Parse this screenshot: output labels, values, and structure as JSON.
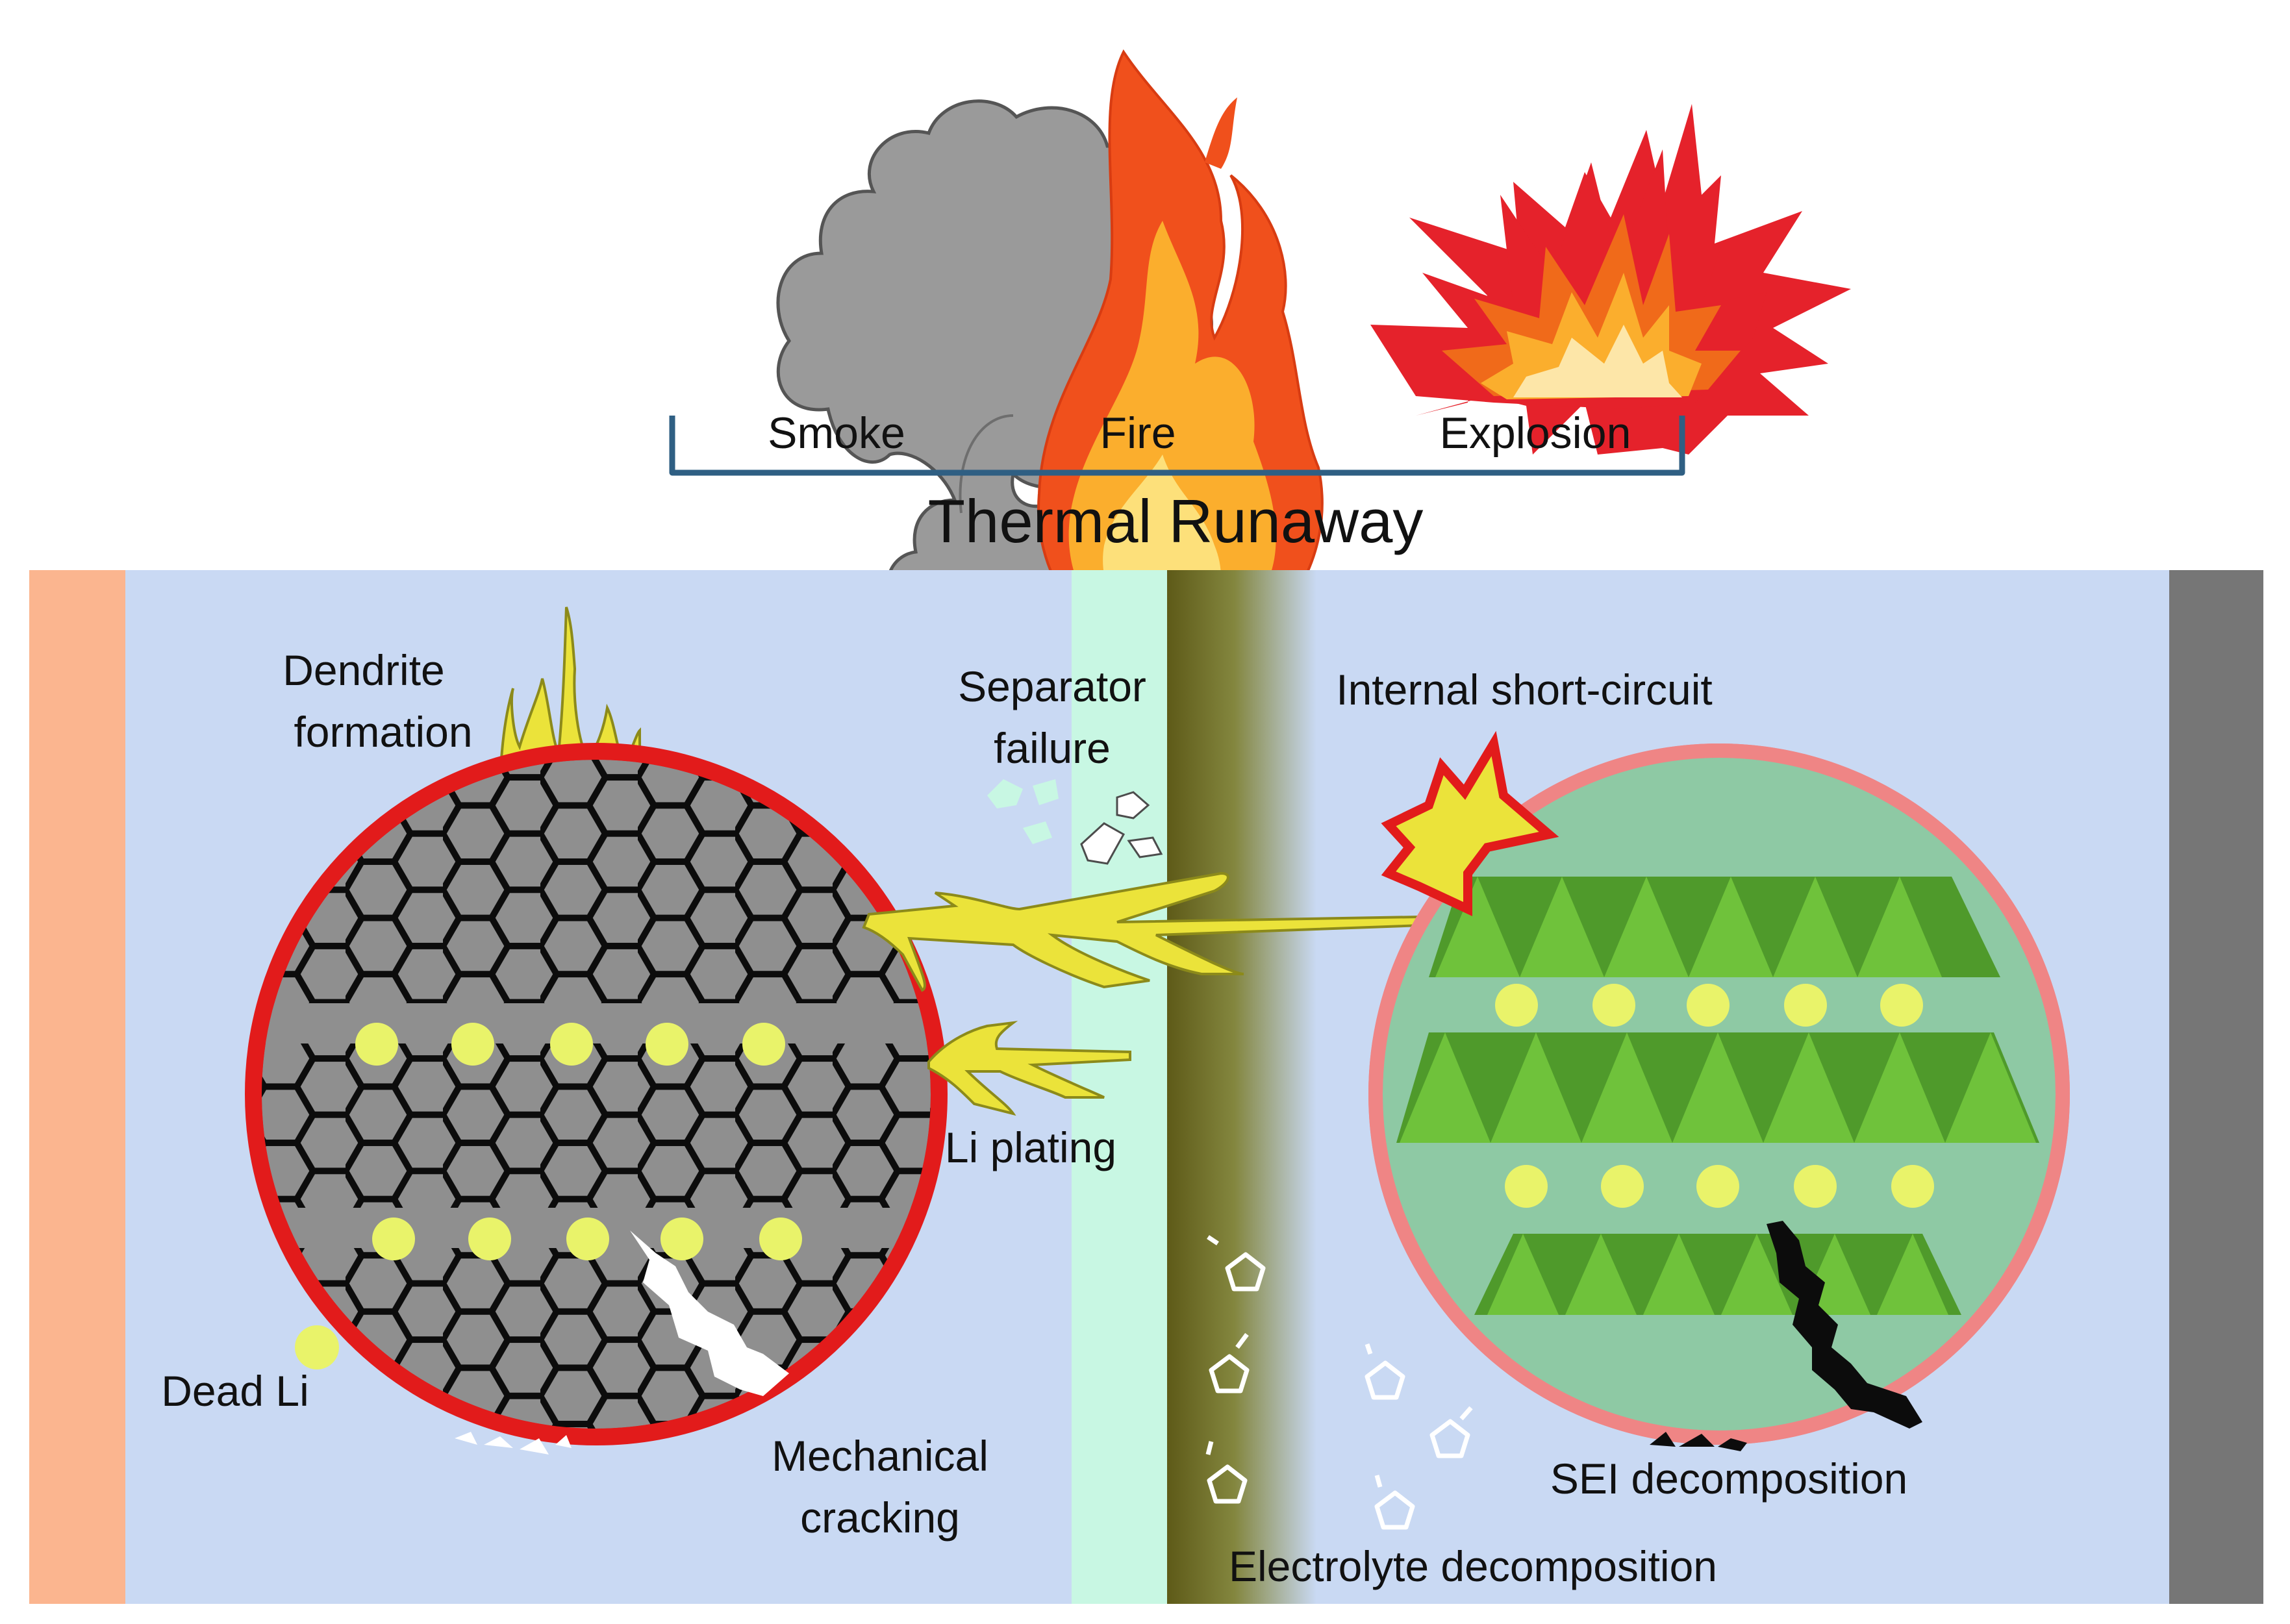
{
  "title": "Thermal Runaway",
  "top_labels": {
    "smoke": "Smoke",
    "fire": "Fire",
    "explosion": "Explosion"
  },
  "labels": {
    "dendrite_formation_line1": "Dendrite",
    "dendrite_formation_line2": "formation",
    "separator_failure_line1": "Separator",
    "separator_failure_line2": "failure",
    "internal_short_circuit": "Internal short-circuit",
    "li_plating": "Li plating",
    "dead_li": "Dead Li",
    "mechanical_cracking_line1": "Mechanical",
    "mechanical_cracking_line2": "cracking",
    "sei_decomposition": "SEI decomposition",
    "electrolyte_decomposition": "Electrolyte decomposition"
  },
  "colors": {
    "background_panel": "#c9d9f3",
    "anode_current_collector": "#fbb58f",
    "cathode_current_collector": "#767676",
    "separator": "#c8f7e3",
    "anode_particle_rim": "#e21b1b",
    "anode_particle_fill": "#8f8f8f",
    "cathode_particle_rim": "#ef8585",
    "cathode_particle_fill": "#8ec9a4",
    "li_ion": "#e9f36a",
    "dendrite": "#ebe33a",
    "cathode_layer_dark": "#4f9a2b",
    "cathode_layer_light": "#6fc23b"
  },
  "icons": [
    "smoke-cloud-icon",
    "fire-icon",
    "explosion-icon",
    "solvent-molecule-icon",
    "crack-icon",
    "spark-icon"
  ]
}
